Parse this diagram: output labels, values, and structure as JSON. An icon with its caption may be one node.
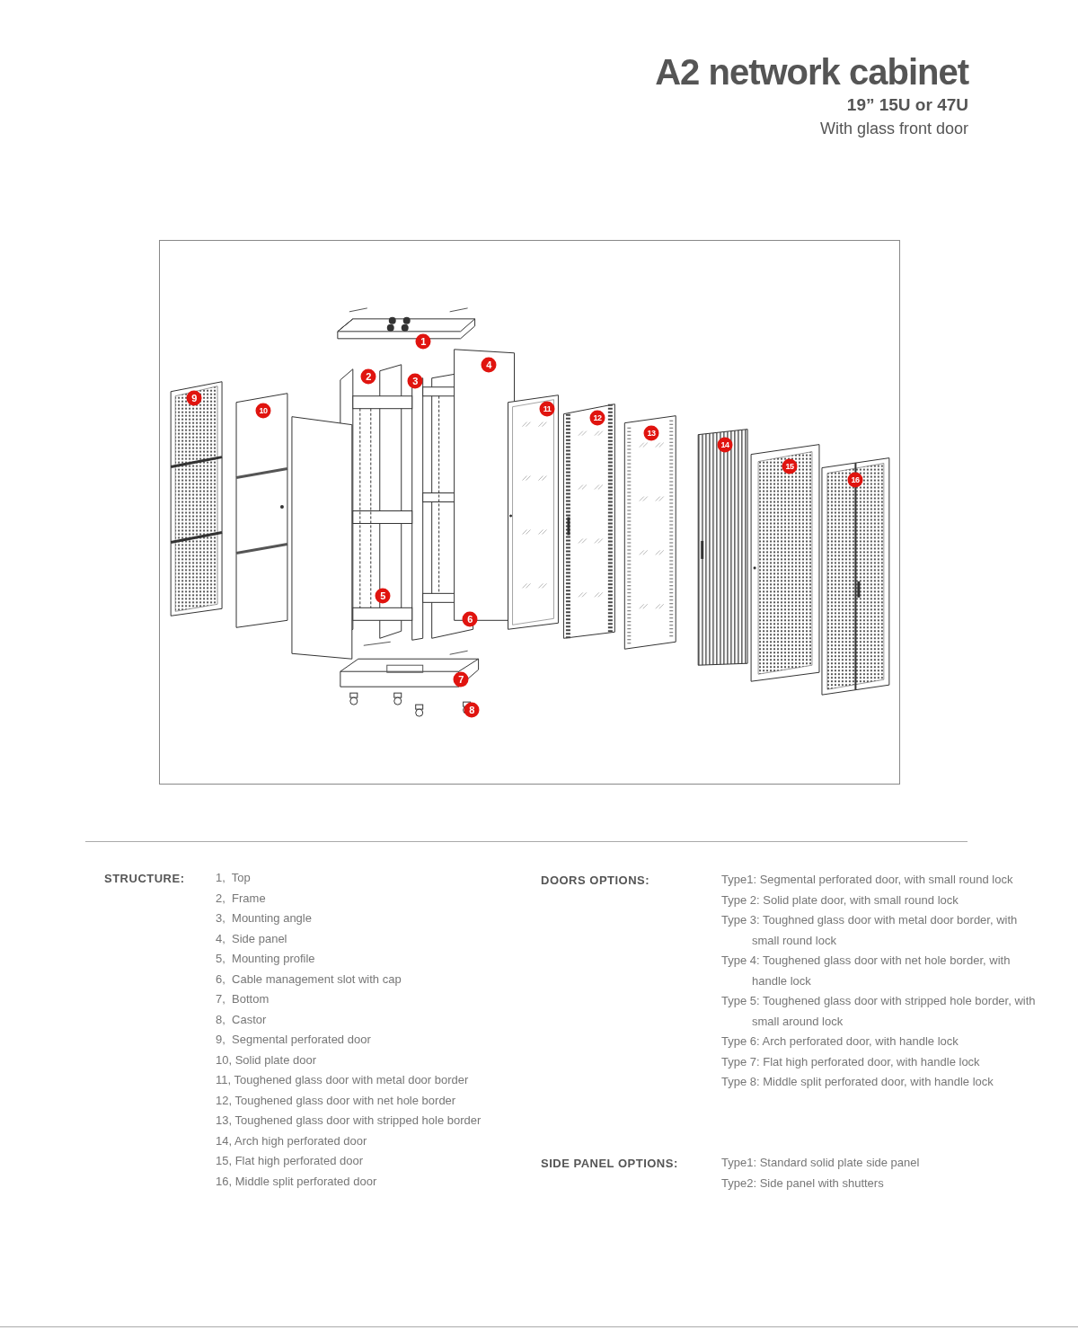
{
  "diagram": {
    "title": "A2 network cabinet",
    "labels": [
      "19” 15U or 47U",
      "With glass front door",
      "1",
      "2",
      "3",
      "4",
      "5",
      "6",
      "7",
      "8",
      "9",
      "10",
      "11",
      "12",
      "13",
      "14",
      "15",
      "16",
      "STRUCTURE:",
      "1,  Top",
      "2,  Frame",
      "3,  Mounting angle",
      "4,  Side panel",
      "5,  Mounting profile",
      "6,  Cable management slot with cap",
      "7,  Bottom",
      "8,  Castor",
      "9,  Segmental perforated door",
      "10, Solid plate door",
      "11, Toughened glass door with metal door border",
      "12, Toughened glass door with net hole border",
      "13, Toughened glass door with stripped hole border",
      "14, Arch high perforated door",
      "15, Flat high perforated door",
      "16, Middle split perforated door",
      "DOORS OPTIONS:",
      "Type1: Segmental perforated door, with small round lock",
      "Type 2: Solid plate door, with small round lock",
      "Type 3: Toughned glass door with metal door border, with small round lock",
      "Type 4: Toughened glass door with net hole border, with handle lock",
      "Type 5: Toughened glass door with stripped hole border, with small around lock",
      "Type 6: Arch perforated door, with handle lock",
      "Type 7: Flat high perforated door, with handle lock",
      "Type 8: Middle split perforated door, with handle lock",
      "SIDE PANEL OPTIONS:",
      "Type1: Standard solid plate side panel",
      "Type2: Side panel with shutters"
    ]
  }
}
